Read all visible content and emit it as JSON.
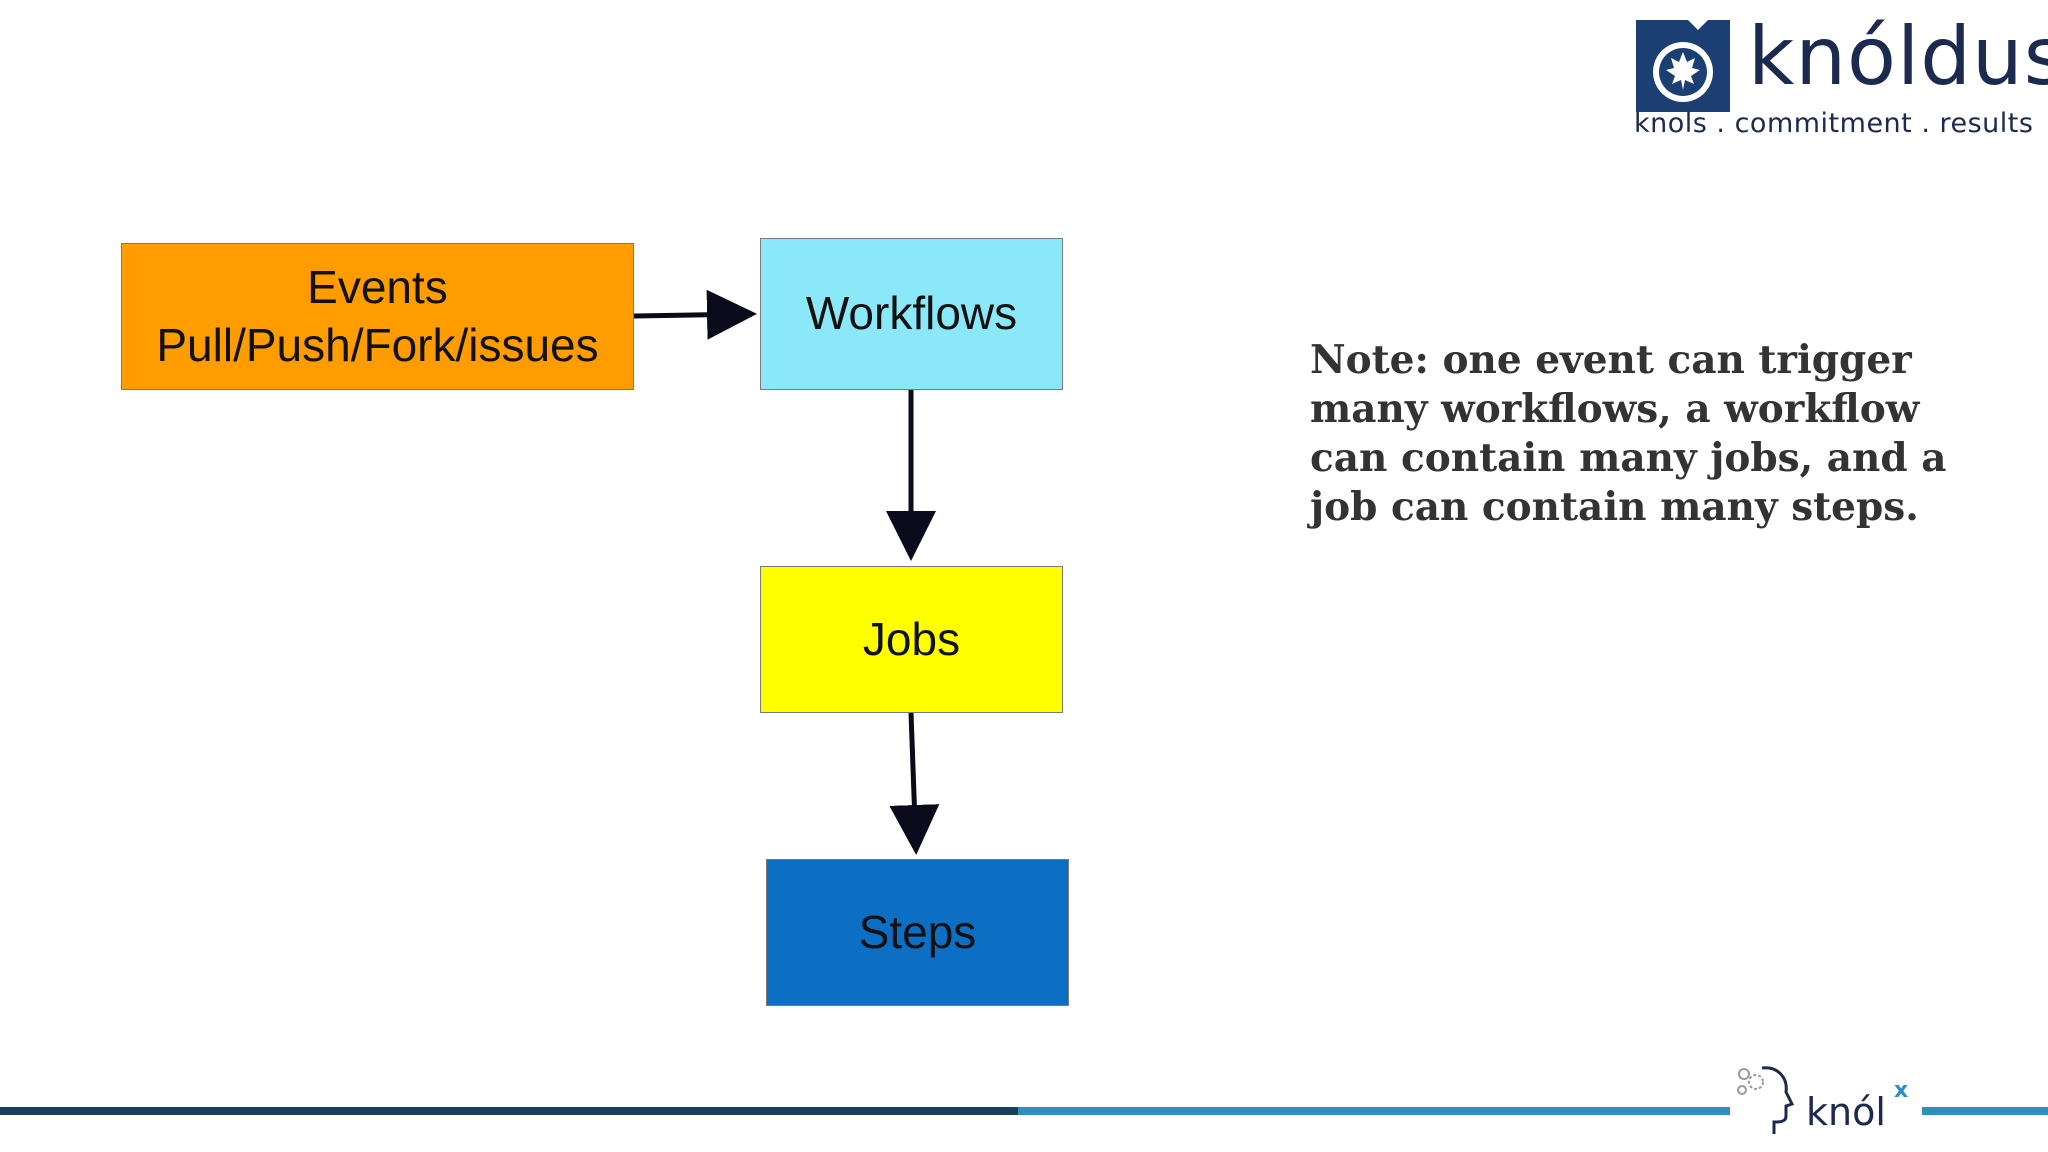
{
  "brand": {
    "name": "knóldus",
    "tagline": "knols . commitment . results",
    "footer_logo": "knól",
    "footer_logo_sup": "x",
    "colors": {
      "brand_navy": "#1b2a4e",
      "footer_dark": "#1a3f5c",
      "footer_light": "#2f8cc4"
    }
  },
  "diagram": {
    "nodes": {
      "events": {
        "line1": "Events",
        "line2": "Pull/Push/Fork/issues",
        "color": "#ff9c00"
      },
      "workflows": {
        "label": "Workflows",
        "color": "#8be8f8"
      },
      "jobs": {
        "label": "Jobs",
        "color": "#ffff00"
      },
      "steps": {
        "label": "Steps",
        "color": "#0d6fc4"
      }
    },
    "edges": [
      {
        "from": "events",
        "to": "workflows"
      },
      {
        "from": "workflows",
        "to": "jobs"
      },
      {
        "from": "jobs",
        "to": "steps"
      }
    ]
  },
  "note": {
    "text": "Note: one event can trigger many workflows, a workflow can contain many jobs, and a job can contain many steps."
  }
}
